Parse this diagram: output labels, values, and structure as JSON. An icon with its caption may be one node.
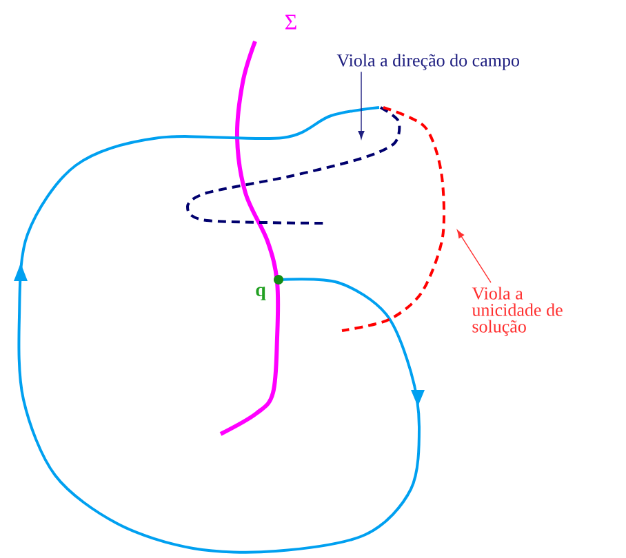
{
  "diagram": {
    "nodes": [
      {
        "text": [
          "Viola a direção do campo"
        ]
      },
      {
        "text": [
          "Viola a unicidade de solução"
        ]
      }
    ],
    "edges": [
      {
        "from": 0,
        "to": null,
        "arrow": "to",
        "color": "#1f1f80"
      },
      {
        "from": 1,
        "to": null,
        "arrow": "to",
        "color": "#ff3030"
      }
    ],
    "labels": [
      "Σ",
      "q"
    ]
  }
}
